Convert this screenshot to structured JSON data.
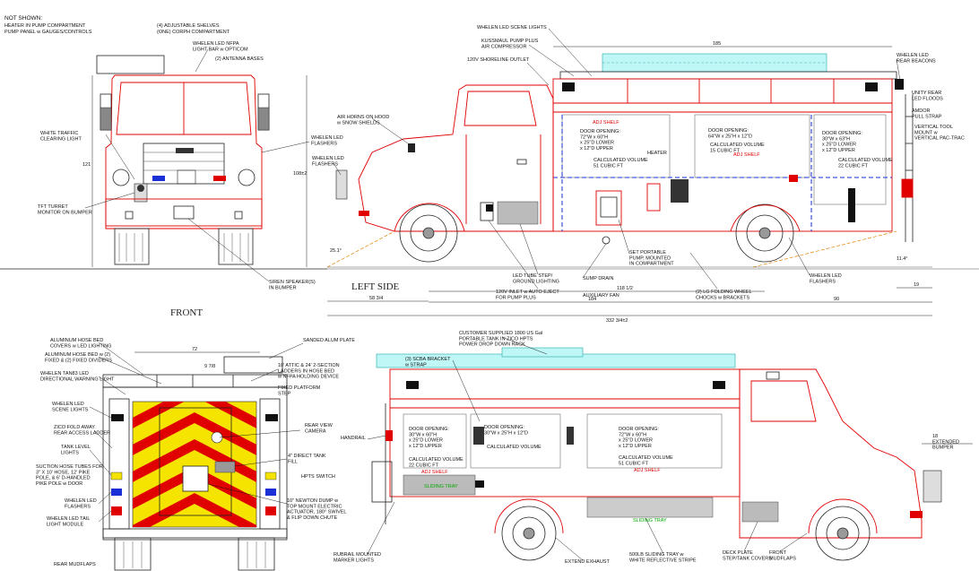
{
  "colors": {
    "body_red": "#e00000",
    "chevron_yellow": "#f5e400",
    "lightbar_cyan": "#bff6f6",
    "blue_line": "#1a2fd6",
    "ink": "#111111"
  },
  "header": {
    "not_shown_title": "NOT SHOWN:",
    "not_shown_line1": "HEATER IN PUMP COMPARTMENT",
    "not_shown_line2": "PUMP PANEL w GAUGES/CONTROLS",
    "shelves_line1": "(4) ADJUSTABLE SHELVES",
    "shelves_line2": "(ONE) CORPH COMPARTMENT"
  },
  "view_titles": {
    "front": "FRONT",
    "left_side": "LEFT SIDE"
  },
  "front_view": {
    "callouts": {
      "lightbar": "WHELEN LED NFPA\nLIGHT BAR w OPTICOM",
      "antenna": "(2) ANTENNA BASES",
      "traffic_light": "WHITE TRAFFIC\nCLEARING LIGHT",
      "whelen_flashers": "WHELEN LED\nFLASHERS",
      "turret": "TFT TURRET\nMONITOR ON BUMPER",
      "siren": "SIREN SPEAKER(S)\nIN BUMPER"
    },
    "dims": {
      "height": "121",
      "height_right": "108±2"
    }
  },
  "left_side": {
    "callouts": {
      "scene_lights": "WHELEN LED SCENE LIGHTS",
      "kussmaul": "KUSSMAUL PUMP PLUS\nAIR COMPRESSOR",
      "shoreline": "120V SHORELINE OUTLET",
      "air_horns": "AIR HORNS ON HOOD\nw SNOW SHIELDS",
      "whelen_flashers": "WHELEN LED\nFLASHERS",
      "rear_beacons": "WHELEN LED\nREAR BEACONS",
      "rear_floods": "UNITY REAR\nLED FLOODS",
      "pull_strap": "AMDOR\nPULL STRAP",
      "vertical_tool": "VERTICAL TOOL\nMOUNT w\nVERTICAL PAC-TRAC",
      "door_opening_a": "DOOR OPENING:\n64\"W x 25\"H x 12\"D",
      "volume_a": "CALCULATED VOLUME\n15 CUBIC FT",
      "door_opening_b": "DOOR OPENING:\n30\"W x 63\"H\nx 25\"D LOWER\nx 12\"D UPPER",
      "volume_b": "CALCULATED VOLUME\n22 CUBIC FT",
      "door_opening_c": "DOOR OPENING:\n72\"W x 60\"H\nx 25\"D LOWER\nx 12\"D UPPER",
      "volume_c": "CALCULATED VOLUME\n51 CUBIC FT",
      "adj_shelf": "ADJ SHELF",
      "heater": "HEATER",
      "portable_pump": "SET PORTABLE\nPUMP, MOUNTED\nIN COMPARTMENT",
      "sump_drain": "SUMP DRAIN",
      "led_tube_step": "LED TUBE STEP/\nGROUND LIGHTING",
      "inlet": "120V INLET w AUTO EJECT\nFOR PUMP PLUS",
      "aux_fan": "AUXILIARY FAN",
      "wheel_chocks": "(2) LG FOLDING WHEEL\nCHOCKS w BRACKETS",
      "rear_flashers": "WHELEN LED\nFLASHERS"
    },
    "dims": {
      "overall_body": "185",
      "approach_angle": "25.1°",
      "departure_angle": "11.4°",
      "front_to_axle": "58 3/4",
      "wheelbase_half": "118 1/2",
      "wheelbase": "184",
      "rear_overhang": "90",
      "rear_small": "19",
      "overall_length": "332 3/4±2"
    }
  },
  "rear_view": {
    "callouts": {
      "hose_bed_covers": "ALUMINUM HOSE BED\nCOVERS w LED LIGHTING",
      "hose_bed_dividers": "ALUMINUM HOSE BED w (2)\nFIXED & (2) FIXED DIVIDERS",
      "ta_light": "WHELEN TAN83 LED\nDIRECTIONAL WARNING LIGHT",
      "scene_lights": "WHELEN LED\nSCENE LIGHTS",
      "ladder": "ZICO FOLD AWAY\nREAR ACCESS LADDER",
      "tank_level": "TANK LEVEL\nLIGHTS",
      "suction_tubes": "SUCTION HOSE TUBES FOR\n3\" X 10' HOSE, 12' PIKE\nPOLE, & 6' D-HANDLED\nPIKE POLE w DOOR",
      "flashers": "WHELEN LED\nFLASHERS",
      "tail_light": "WHELEN LED TAIL\nLIGHT MODULE",
      "mudflaps": "REAR MUDFLAPS",
      "alum_plate": "SANDED ALUM PLATE",
      "ladders": "10' ATTIC & 24' 2-SECTION\nLADDERS IN HOSE BED\nw NFPA HOLDING DEVICE",
      "platform_step": "FIXED PLATFORM\nSTEP",
      "camera": "REAR VIEW\nCAMERA",
      "tank_fill": "4\" DIRECT TANK\nFILL",
      "hpts": "HPTS SWITCH",
      "newton_dump": "10\" NEWTON DUMP w\nTOP MOUNT ELECTRIC\nACTUATOR, 180° SWIVEL\n& FLIP DOWN CHUTE"
    },
    "dims": {
      "width": "72",
      "inner": "9 7/8"
    }
  },
  "right_side": {
    "callouts": {
      "portable_tank": "CUSTOMER SUPPLIED 1800 US Gal\nPORTABLE TANK IN ZICO HPTS\nPOWER DROP DOWN RACK",
      "scba": "(3) SCBA BRACKET\nw STRAP",
      "handrail": "HANDRAIL",
      "door_opening_a": "DOOR OPENING:\n30\"W x 60\"H\nx 25\"D LOWER\nx 12\"D UPPER",
      "volume_a": "CALCULATED VOLUME\n22 CUBIC FT",
      "door_opening_b": "DOOR OPENING:\n30\"W x 25\"H x 12\"D",
      "volume_b": "CALCULATED VOLUME",
      "door_opening_c": "DOOR OPENING:\n72\"W x 60\"H\nx 25\"D LOWER\nx 12\"D UPPER",
      "volume_c": "CALCULATED VOLUME\n51 CUBIC FT",
      "adj_shelf": "ADJ SHELF",
      "sliding_tray": "SLIDING TRAY",
      "marker_lights": "RUBRAIL MOUNTED\nMARKER LIGHTS",
      "exhaust": "EXTEND EXHAUST",
      "tray_stripe": "500LB SLIDING TRAY w\nWHITE REFLECTIVE STRIPE",
      "deck_plate": "DECK PLATE\nSTEP/TANK COVERS",
      "front_mudflaps": "FRONT\nMUDFLAPS",
      "extended_bumper": "18\nEXTENDED\nBUMPER"
    }
  }
}
